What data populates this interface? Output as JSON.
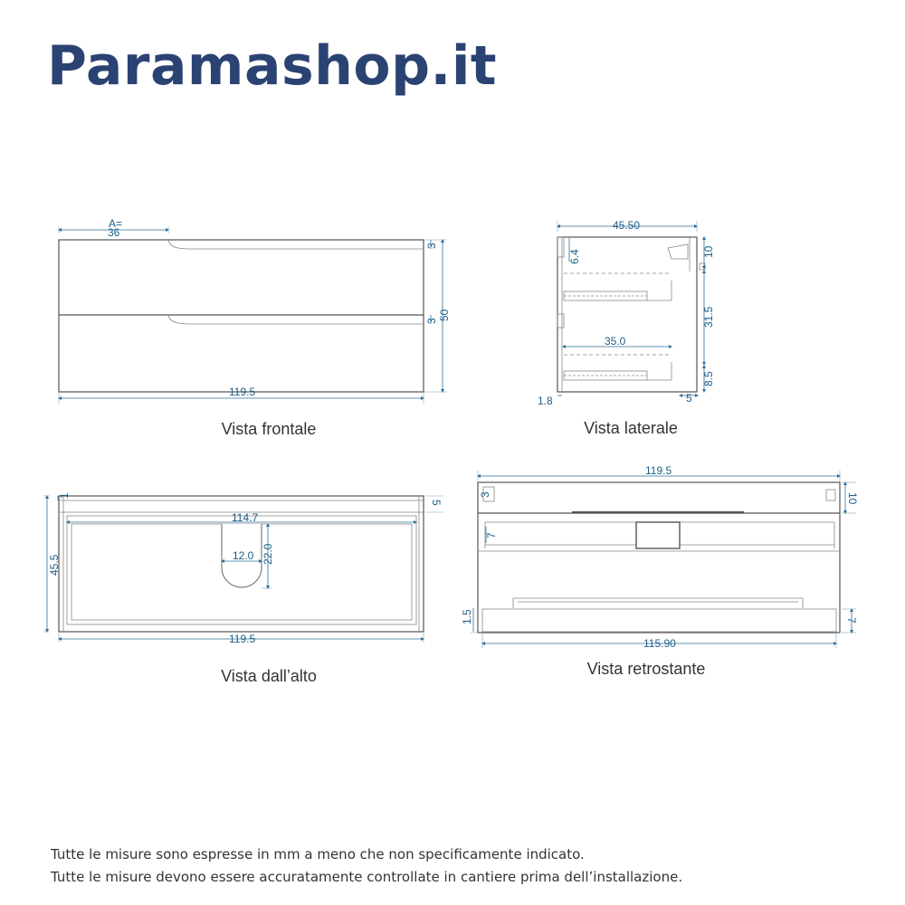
{
  "brand": "Paramashop.it",
  "front": {
    "caption": "Vista frontale",
    "dim_a_label": "A=",
    "dim_a": "36",
    "dim_width": "119.5",
    "dim_height": "50",
    "dim_gap_top": "3",
    "dim_gap_mid": "3"
  },
  "side": {
    "caption": "Vista laterale",
    "dim_depth": "45.50",
    "dim_6_4": "6.4",
    "dim_10": "10",
    "dim_31_5": "31.5",
    "dim_35": "35.0",
    "dim_8_5": "8.5",
    "dim_1_8": "1.8",
    "dim_5": "5"
  },
  "top": {
    "caption": "Vista dall’alto",
    "dim_1": "1",
    "dim_5": "5",
    "dim_45_5": "45.5",
    "dim_114_7": "114.7",
    "dim_12": "12.0",
    "dim_22": "22.0",
    "dim_119_5": "119.5"
  },
  "back": {
    "caption": "Vista retrostante",
    "dim_119_5": "119.5",
    "dim_3": "3",
    "dim_10": "10",
    "dim_7_top": "7",
    "dim_1_5": "1.5",
    "dim_7_bottom": "7",
    "dim_115_90": "115.90"
  },
  "notes": [
    "Tutte le misure sono espresse in mm a meno che non specificamente indicato.",
    "Tutte le misure devono essere accuratamente controllate in cantiere prima dell’installazione."
  ]
}
